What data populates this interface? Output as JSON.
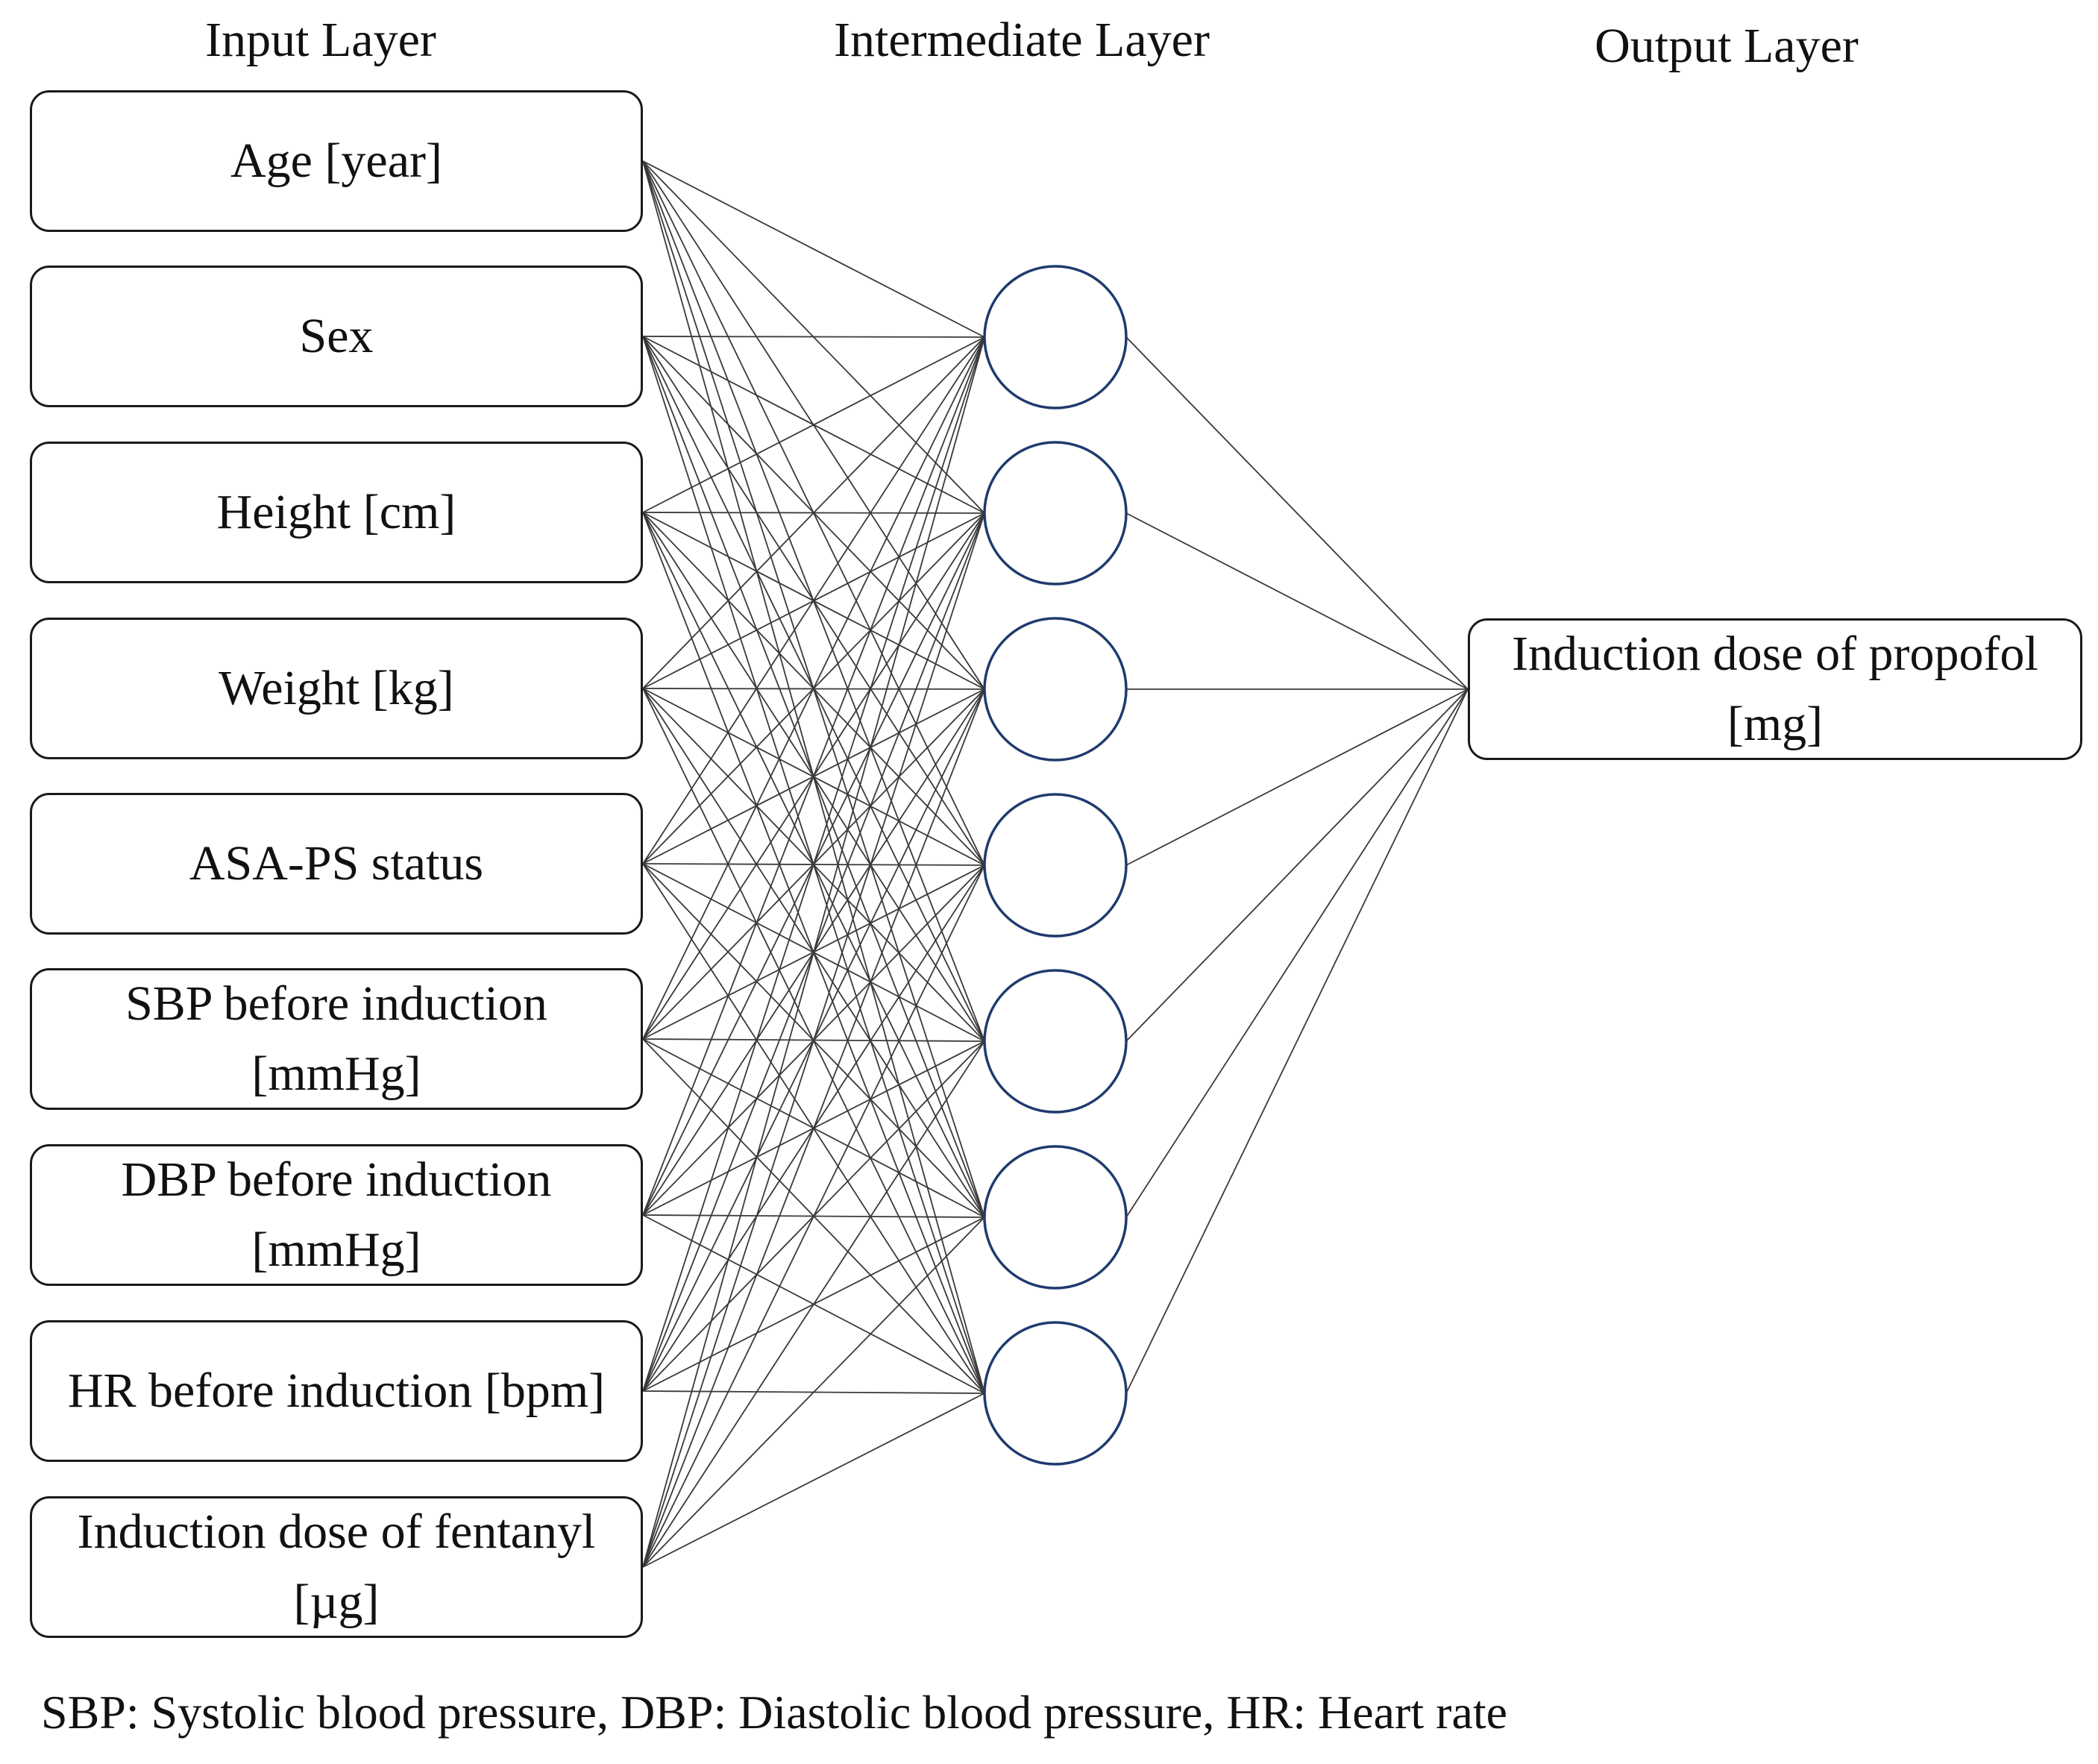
{
  "layers": {
    "input_title": "Input Layer",
    "intermediate_title": "Intermediate Layer",
    "output_title": "Output Layer"
  },
  "inputs": [
    "Age [year]",
    "Sex",
    "Height [cm]",
    "Weight [kg]",
    "ASA-PS status",
    "SBP before induction [mmHg]",
    "DBP before induction [mmHg]",
    "HR before induction [bpm]",
    "Induction dose of fentanyl [µg]"
  ],
  "hidden_node_count": 7,
  "output": "Induction dose of propofol [mg]",
  "footnote": "SBP: Systolic blood pressure, DBP: Diastolic blood pressure, HR: Heart rate",
  "colors": {
    "box_border": "#1a1a1a",
    "node_border": "#1f3b6e",
    "edge": "#3a3a3a"
  }
}
